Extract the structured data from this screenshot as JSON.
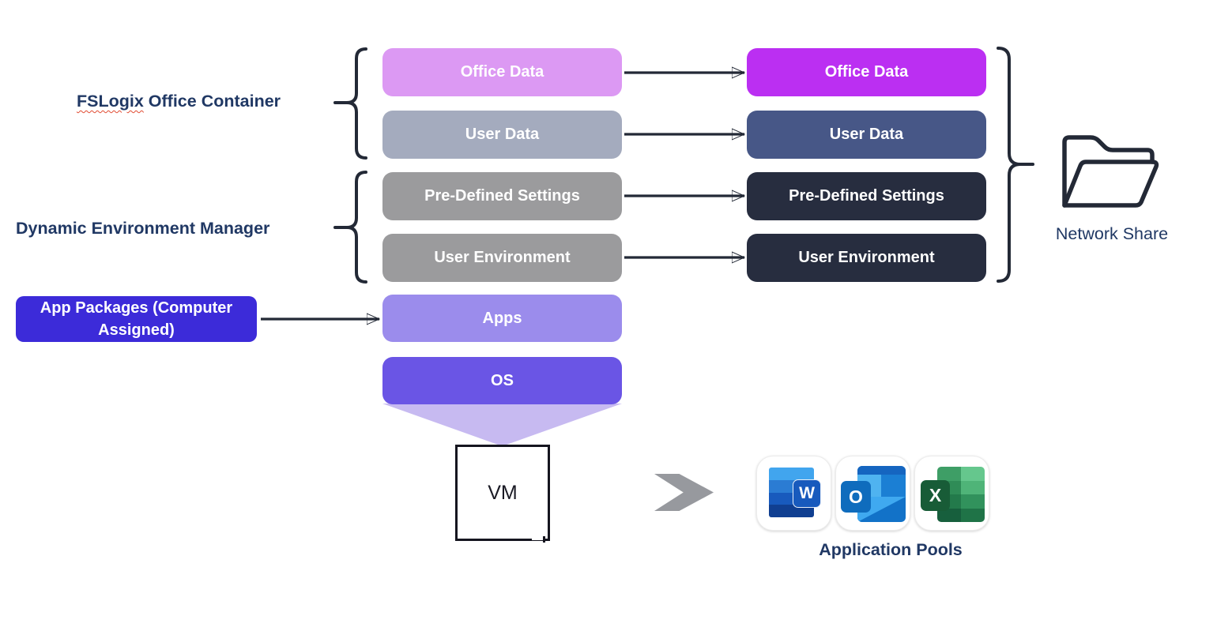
{
  "colors": {
    "ink": "#232936",
    "label_text": "#203864",
    "chevron": "#97999E",
    "funnel": "#C7BAF1",
    "app_packages_bg": "#3C2BD9",
    "squiggle_red": "#E14B32",
    "vm_border": "#15151F"
  },
  "left_labels": {
    "fslogix_word": "FSLogix",
    "fslogix_rest": " Office Container",
    "dem": "Dynamic Environment Manager"
  },
  "app_packages": {
    "label": "App Packages (Computer Assigned)"
  },
  "stack_left": [
    {
      "label": "Office Data",
      "color": "#DC99F3"
    },
    {
      "label": "User Data",
      "color": "#A4ABBE"
    },
    {
      "label": "Pre-Defined Settings",
      "color": "#9B9B9D"
    },
    {
      "label": "User Environment",
      "color": "#9B9B9D"
    },
    {
      "label": "Apps",
      "color": "#9B8CEC"
    },
    {
      "label": "OS",
      "color": "#6A55E5"
    }
  ],
  "stack_right": [
    {
      "label": "Office Data",
      "color": "#BB2FF2"
    },
    {
      "label": "User Data",
      "color": "#475787"
    },
    {
      "label": "Pre-Defined Settings",
      "color": "#272D3F"
    },
    {
      "label": "User Environment",
      "color": "#272D3F"
    }
  ],
  "vm": {
    "label": "VM"
  },
  "network_share": {
    "label": "Network Share"
  },
  "application_pools": {
    "label": "Application Pools",
    "icons": [
      {
        "name": "word-icon",
        "letter": "W",
        "badge_color": "#185ABD"
      },
      {
        "name": "outlook-icon",
        "letter": "O",
        "badge_color": "#0F6CBD"
      },
      {
        "name": "excel-icon",
        "letter": "X",
        "badge_color": "#185C37"
      }
    ]
  }
}
